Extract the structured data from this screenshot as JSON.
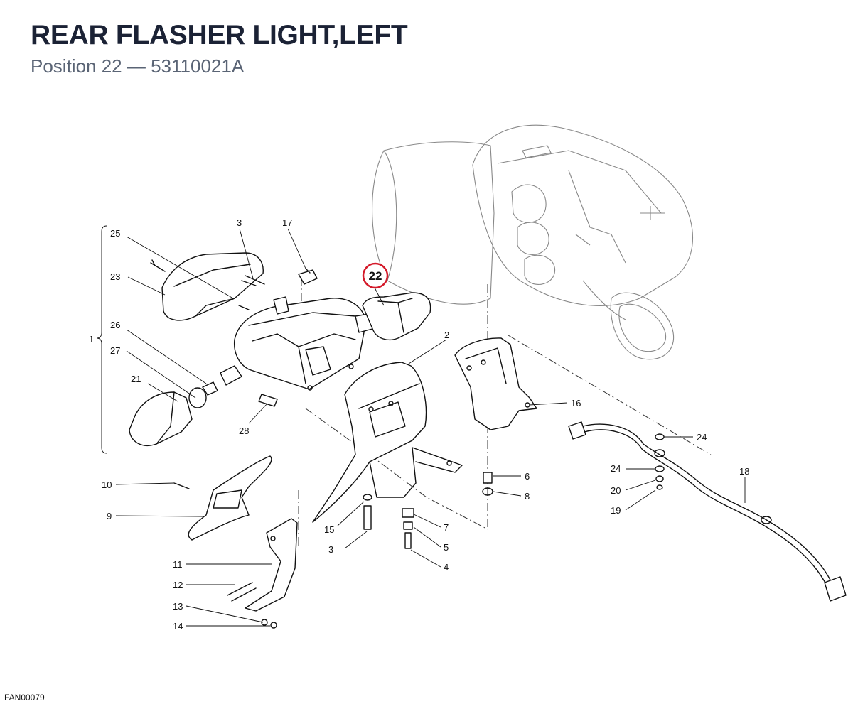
{
  "header": {
    "title": "REAR FLASHER LIGHT,LEFT",
    "subtitle": "Position 22 — 53110021A"
  },
  "diagram": {
    "code": "FAN00079",
    "highlighted_callout": "22",
    "highlight_color": "#d41a2a",
    "callouts": {
      "c1": "1",
      "c2": "2",
      "c3a": "3",
      "c3b": "3",
      "c4": "4",
      "c5": "5",
      "c6": "6",
      "c7": "7",
      "c8": "8",
      "c9": "9",
      "c10": "10",
      "c11": "11",
      "c12": "12",
      "c13": "13",
      "c14": "14",
      "c15": "15",
      "c16": "16",
      "c17": "17",
      "c18": "18",
      "c19": "19",
      "c20": "20",
      "c21": "21",
      "c22": "22",
      "c23": "23",
      "c24a": "24",
      "c24b": "24",
      "c25": "25",
      "c26": "26",
      "c27": "27",
      "c28": "28"
    }
  }
}
